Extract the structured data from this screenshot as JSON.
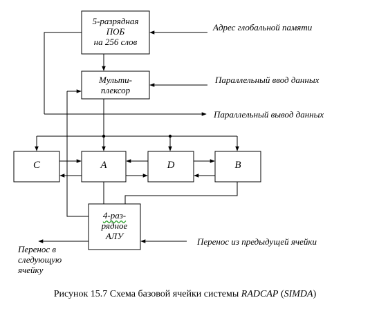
{
  "blocks": {
    "memory": [
      "5-разрядная",
      "ПОБ",
      "на 256 слов"
    ],
    "mux": [
      "Мульти-",
      "плексор"
    ],
    "reg_c": "C",
    "reg_a": "A",
    "reg_d": "D",
    "reg_b": "B",
    "alu": [
      "4-раз-",
      "рядное",
      "АЛУ"
    ]
  },
  "labels": {
    "address": "Адрес глобальной памяти",
    "parallel_in": "Параллельный ввод данных",
    "parallel_out": "Параллельный вывод данных",
    "carry_in": "Перенос из предыдущей ячейки",
    "carry_out": [
      "Перенос в",
      "следующую",
      "ячейку"
    ]
  },
  "caption": {
    "prefix": "Рисунок 15.7 Схема базовой ячейки системы ",
    "system": "RADCAP",
    "open": " (",
    "alt": "SIMDA",
    "close": ")"
  },
  "colors": {
    "line": "#000000",
    "spell_underline": "#2a9d2a"
  }
}
